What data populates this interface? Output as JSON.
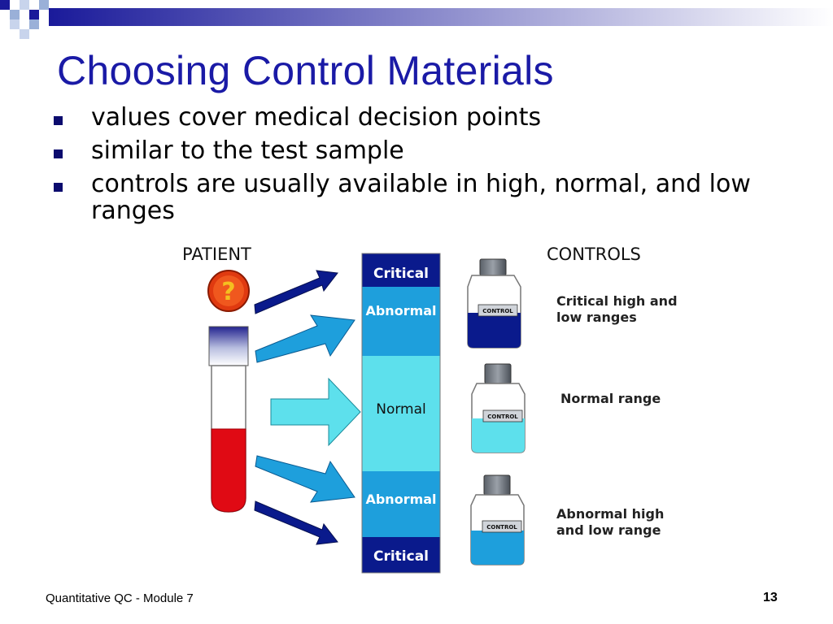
{
  "slide": {
    "title": "Choosing Control Materials",
    "bullets": [
      "values cover medical decision points",
      "similar to the test sample",
      "controls are usually available in high, normal, and low ranges"
    ],
    "footer": "Quantitative QC - Module 7",
    "page_number": "13"
  },
  "diagram": {
    "patient_heading": "PATIENT",
    "controls_heading": "CONTROLS",
    "question_icon_glyph": "?",
    "range_bar": {
      "top_critical": "Critical",
      "top_abnormal": "Abnormal",
      "normal": "Normal",
      "bottom_abnormal": "Abnormal",
      "bottom_critical": "Critical"
    },
    "control_label": "CONTROL",
    "control_descriptions": {
      "critical": [
        "Critical high and",
        "low ranges"
      ],
      "normal": [
        "Normal range"
      ],
      "abnormal": [
        "Abnormal high",
        "and low range"
      ]
    },
    "colors": {
      "title": "#1a1aa6",
      "critical": "#0a1a8c",
      "abnormal": "#1e9fdc",
      "normal": "#5de0ec",
      "blood": "#e00a14",
      "question_icon": "#e03a10"
    }
  }
}
